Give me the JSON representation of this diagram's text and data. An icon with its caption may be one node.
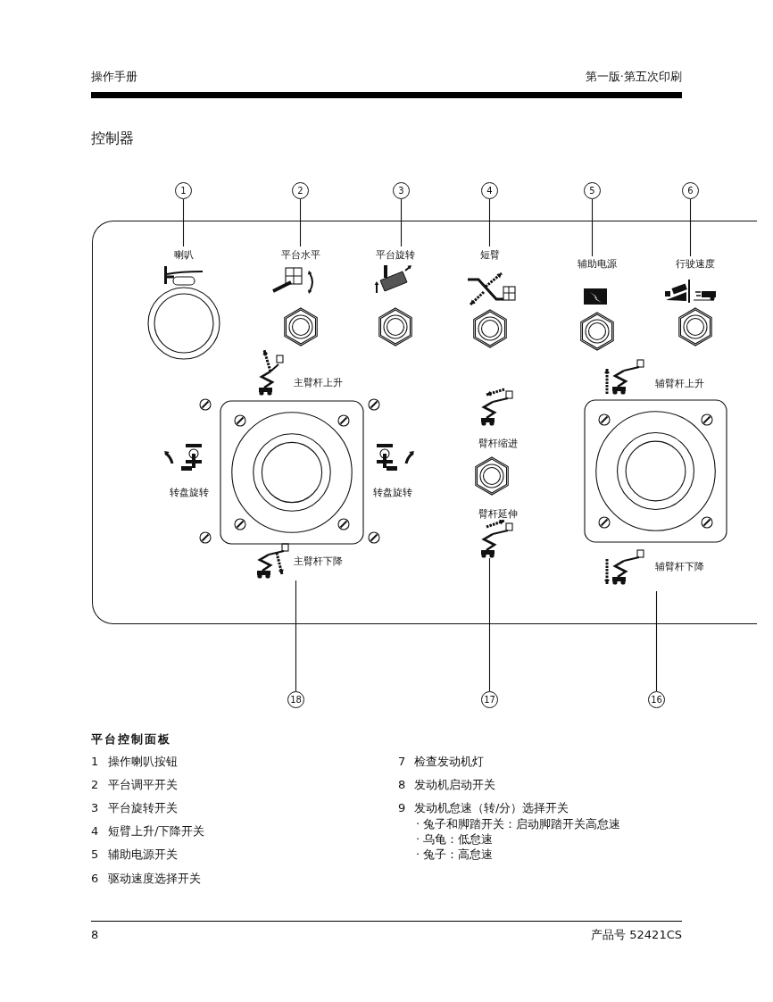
{
  "diagram": {
    "title": "控制器",
    "nodes": [
      {
        "text": [],
        "shape": "box"
      },
      {
        "text": [
          "1"
        ]
      },
      {
        "text": [
          "2"
        ]
      },
      {
        "text": [
          "3"
        ]
      },
      {
        "text": [
          "4"
        ]
      },
      {
        "text": [
          "5"
        ]
      },
      {
        "text": [
          "6"
        ]
      },
      {
        "text": [
          "喇叭"
        ],
        "in": 0
      },
      {
        "text": [
          "平台水平"
        ],
        "in": 0
      },
      {
        "text": [
          "平台旋转"
        ],
        "in": 0
      },
      {
        "text": [
          "短臂"
        ],
        "in": 0
      },
      {
        "text": [
          "辅助电源"
        ],
        "in": 0
      },
      {
        "text": [
          "行驶速度"
        ],
        "in": 0
      },
      {
        "text": [
          "主臂杆上升",
          "转盘旋转",
          "转盘旋转",
          "主臂杆下降"
        ],
        "in": 0
      },
      {
        "text": [
          "臂杆缩进",
          "臂杆延伸"
        ],
        "in": 0
      },
      {
        "text": [
          "辅臂杆上升",
          "辅臂杆下降"
        ],
        "in": 0
      },
      {
        "text": [
          "18"
        ]
      },
      {
        "text": [
          "17"
        ]
      },
      {
        "text": [
          "16"
        ]
      }
    ],
    "edges": [
      {
        "from": 1,
        "to": 7,
        "arrow": "none"
      },
      {
        "from": 2,
        "to": 8,
        "arrow": "none"
      },
      {
        "from": 3,
        "to": 9,
        "arrow": "none"
      },
      {
        "from": 4,
        "to": 10,
        "arrow": "none"
      },
      {
        "from": 5,
        "to": 11,
        "arrow": "none"
      },
      {
        "from": 6,
        "to": 12,
        "arrow": "none"
      },
      {
        "from": 16,
        "to": 13,
        "arrow": "none"
      },
      {
        "from": 17,
        "to": 14,
        "arrow": "none"
      },
      {
        "from": 18,
        "to": 15,
        "arrow": "none"
      }
    ],
    "labels": [
      "操作手册",
      "第一版·第五次印刷",
      "平台控制面板",
      "1",
      "操作喇叭按钮",
      "2",
      "平台调平开关",
      "3",
      "平台旋转开关",
      "4",
      "短臂上升/下降开关",
      "5",
      "辅助电源开关",
      "6",
      "驱动速度选择开关",
      "7",
      "检查发动机灯",
      "8",
      "发动机启动开关",
      "9",
      "发动机怠速（转/分）选择开关",
      "· 兔子和脚踏开关：启动脚踏开关高怠速",
      "· 乌龟：低怠速",
      "· 兔子：高怠速",
      "8",
      "产品号 52421CS"
    ]
  }
}
